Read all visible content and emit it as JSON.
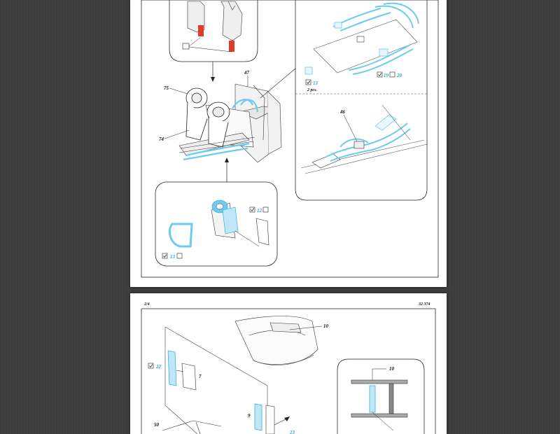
{
  "viewer": {
    "background_color": "#3d3d3d",
    "page_color": "#ffffff"
  },
  "accent": {
    "photo_etch_blue": "#6ccbef",
    "part_label_blue": "#22a7d8",
    "highlight_red": "#e23b2a"
  },
  "page1": {
    "part_labels": {
      "p75": "75",
      "p47": "47",
      "p74": "74",
      "p46": "46"
    },
    "callouts": {
      "c13_top": "13",
      "c19": "19",
      "c20": "20",
      "pcs": "2 pcs.",
      "c12": "12",
      "c13_bottom": "13"
    }
  },
  "page2": {
    "page_number": "2/4",
    "kit_number": "32 374",
    "part_labels": {
      "p10_top": "10",
      "p10_inset": "10",
      "p7": "7",
      "p9": "9",
      "p50": "50"
    },
    "callouts": {
      "c22": "22",
      "c23": "23"
    }
  }
}
